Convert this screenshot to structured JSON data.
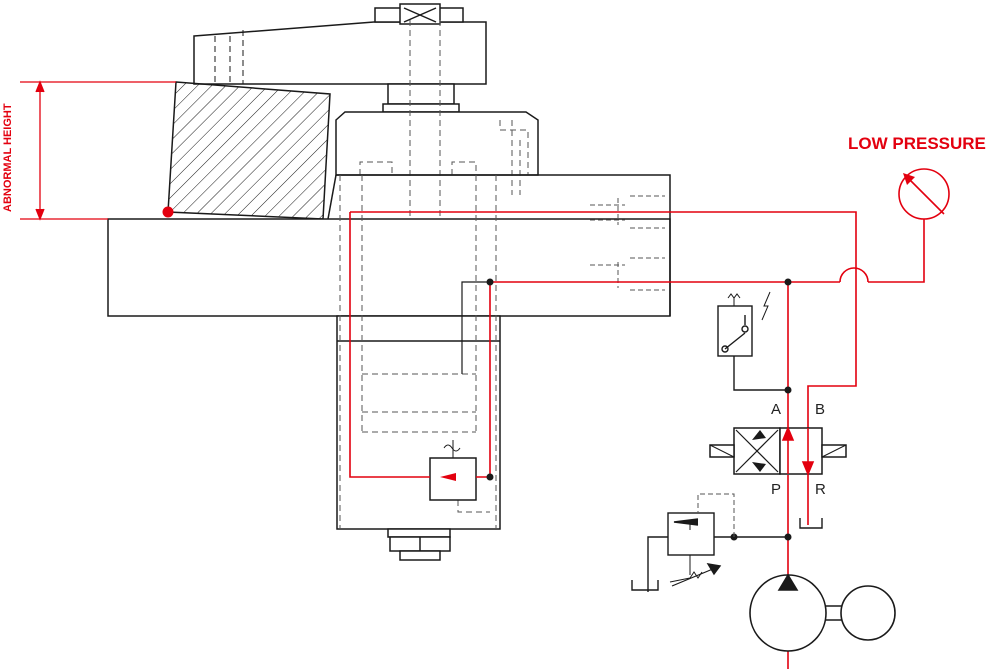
{
  "labels": {
    "low_pressure": "LOW PRESSURE",
    "abnormal_height": "ABNORMAL HEIGHT",
    "port_a": "A",
    "port_b": "B",
    "port_p": "P",
    "port_r": "R"
  },
  "colors": {
    "hydraulic_line": "#e3000f",
    "outline": "#1a1a1a",
    "hidden_line": "#555555",
    "background": "#ffffff"
  }
}
